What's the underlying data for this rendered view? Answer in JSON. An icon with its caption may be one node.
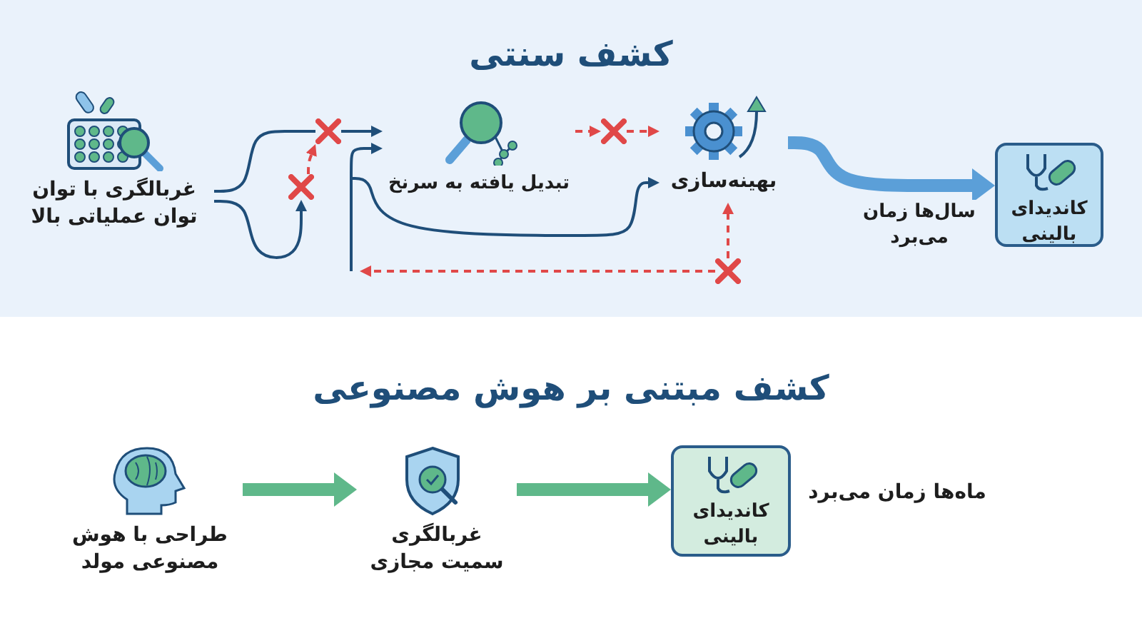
{
  "diagram": {
    "nodes": [
      {
        "text": [
          "کشف سنتی"
        ]
      },
      {
        "text": [
          "غربالگری با توان توان عملیاتی بالا"
        ],
        "in": 0
      },
      {
        "text": [
          "تبدیل یافته به سرنخ"
        ],
        "in": 0
      },
      {
        "text": [
          "بهینه‌سازی"
        ],
        "in": 0
      },
      {
        "text": [
          "کاندیدای بالینی"
        ],
        "in": 0
      },
      {
        "text": [],
        "shape": "cross",
        "in": 0
      },
      {
        "text": [],
        "shape": "cross",
        "in": 0
      },
      {
        "text": [],
        "shape": "cross",
        "in": 0
      },
      {
        "text": [],
        "shape": "cross",
        "in": 0
      },
      {
        "text": [
          "طراحی با هوش مصنوعی مولد"
        ]
      },
      {
        "text": [
          "غربالگری سمیت مجازی"
        ]
      },
      {
        "text": [
          "کاندیدای بالینی"
        ],
        "beside": [
          "ماه‌ها زمان می‌برد"
        ]
      }
    ],
    "edges": [
      {
        "from": 1,
        "to": 5,
        "arrow": "none"
      },
      {
        "from": 5,
        "to": 2,
        "arrow": "to"
      },
      {
        "from": 1,
        "to": 6,
        "arrow": "to"
      },
      {
        "from": 6,
        "to": 5,
        "arrow": "to",
        "style": "dashed",
        "color": "#e04848"
      },
      {
        "from": 2,
        "to": 7,
        "arrow": "to",
        "style": "dashed",
        "color": "#e04848"
      },
      {
        "from": 7,
        "to": 3,
        "arrow": "to",
        "style": "dashed",
        "color": "#e04848"
      },
      {
        "from": 8,
        "to": 3,
        "arrow": "to",
        "style": "dashed",
        "color": "#e04848"
      },
      {
        "from": 8,
        "to": null,
        "arrow": "to",
        "style": "dashed",
        "color": "#e04848"
      },
      {
        "from": null,
        "to": 2,
        "arrow": "to"
      },
      {
        "from": null,
        "to": 3,
        "arrow": "to"
      },
      {
        "from": 3,
        "to": 4,
        "arrow": "to",
        "style": "thick",
        "color": "#5b9fd8",
        "label": "سال‌ها زمان می‌برد"
      },
      {
        "from": 9,
        "to": 10,
        "arrow": "to",
        "style": "thick",
        "color": "#5fb88a"
      },
      {
        "from": 10,
        "to": 11,
        "arrow": "to",
        "style": "thick",
        "color": "#5fb88a"
      }
    ],
    "labels": [
      "کشف مبتنی بر هوش مصنوعی"
    ]
  }
}
